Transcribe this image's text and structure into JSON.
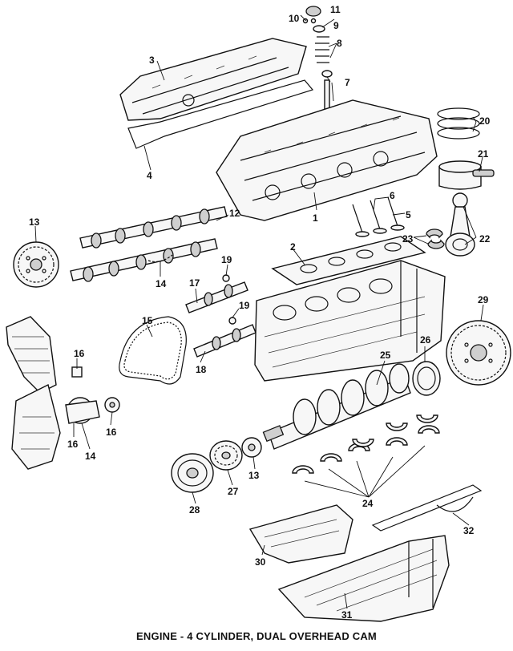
{
  "caption": "ENGINE - 4 CYLINDER, DUAL OVERHEAD CAM",
  "callouts": [
    "1",
    "2",
    "3",
    "4",
    "5",
    "6",
    "7",
    "8",
    "9",
    "10",
    "11",
    "12",
    "13",
    "13",
    "14",
    "14",
    "15",
    "16",
    "16",
    "16",
    "17",
    "18",
    "19",
    "19",
    "20",
    "21",
    "22",
    "23",
    "24",
    "25",
    "26",
    "27",
    "28",
    "29",
    "30",
    "31",
    "32"
  ]
}
